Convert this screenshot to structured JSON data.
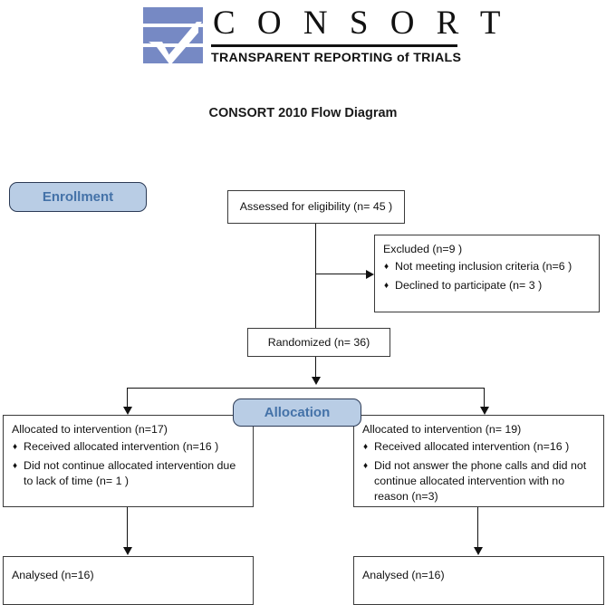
{
  "logo": {
    "wordmark": "C O N S O R T",
    "tagline": "TRANSPARENT REPORTING of TRIALS",
    "mark_color": "#7689c4"
  },
  "title": "CONSORT 2010 Flow Diagram",
  "phases": {
    "enrollment": "Enrollment",
    "allocation": "Allocation",
    "badge_fill": "#b9cde5",
    "badge_text_color": "#4472a8"
  },
  "boxes": {
    "eligibility": {
      "text": "Assessed for eligibility (n= 45 )"
    },
    "excluded": {
      "heading": "Excluded (n=9 )",
      "bullets": [
        "Not meeting inclusion criteria (n=6 )",
        "Declined to participate (n= 3 )"
      ]
    },
    "randomized": {
      "text": "Randomized (n= 36)"
    },
    "allocated_left": {
      "heading": "Allocated to intervention (n=17)",
      "bullets": [
        "Received allocated intervention (n=16 )",
        "Did not continue allocated intervention due to lack of time (n= 1 )"
      ]
    },
    "allocated_right": {
      "heading": "Allocated to intervention (n= 19)",
      "bullets": [
        "Received allocated intervention (n=16 )",
        "Did not answer the phone calls and did not continue allocated intervention with no reason (n=3)"
      ]
    },
    "analysed_left": {
      "text": "Analysed (n=16)"
    },
    "analysed_right": {
      "text": "Analysed (n=16)"
    }
  },
  "bullet_glyph": "♦"
}
